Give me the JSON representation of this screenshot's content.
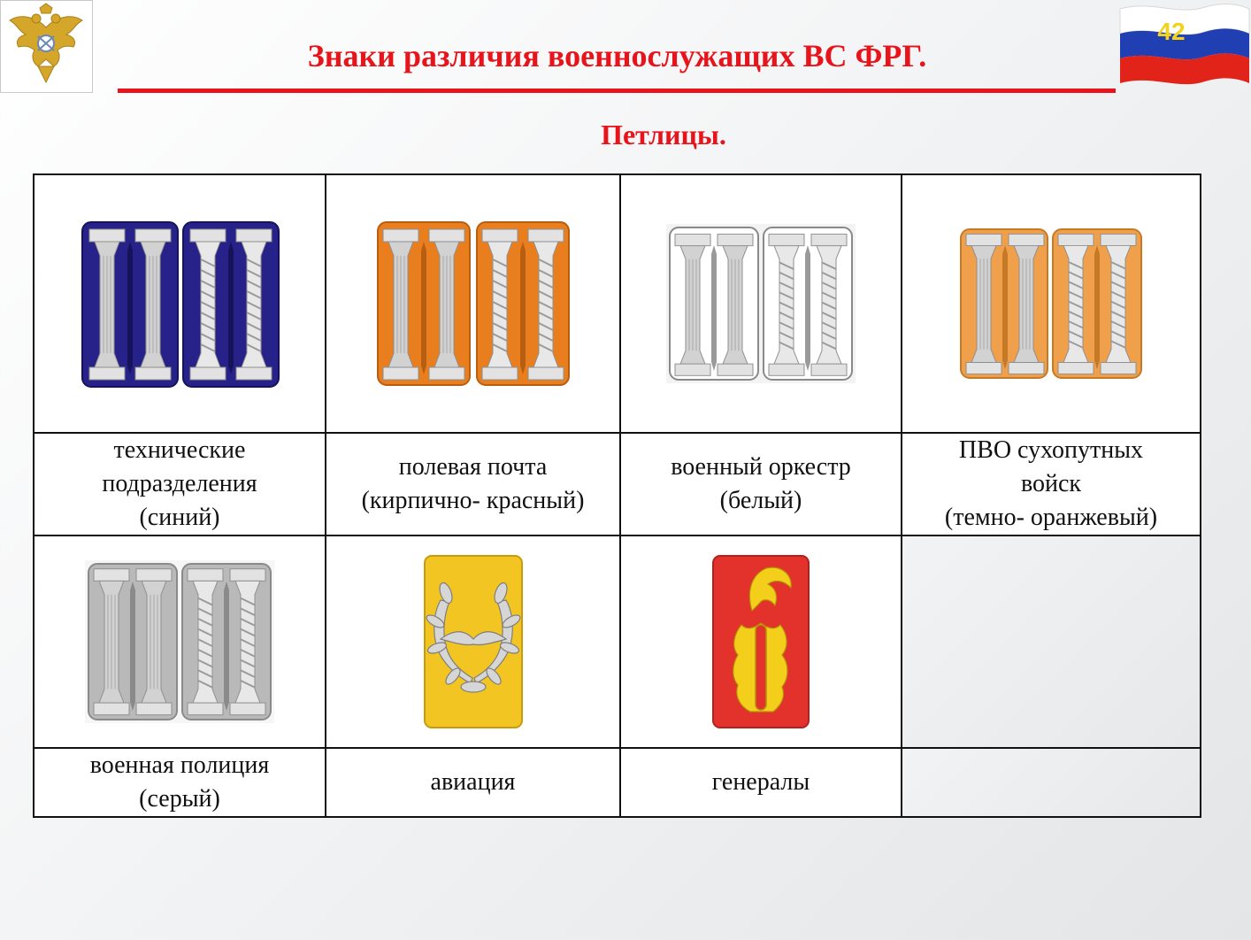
{
  "header": {
    "title": "Знаки различия военнослужащих ВС ФРГ.",
    "slide_number": "42",
    "emblem_icon": "double-headed-eagle-emblem-icon",
    "flag_icon": "russian-flag-icon"
  },
  "subtitle": "Петлицы.",
  "colors": {
    "title_red": "#e8141b",
    "blue": "#27228a",
    "brick_red": "#e97e1f",
    "white": "#ffffff",
    "dark_orange": "#f0a04a",
    "grey": "#b9b9b9",
    "yellow": "#f2c523",
    "red": "#e3312c",
    "embroidery": "#c9c9c9"
  },
  "insignia": [
    {
      "line1": "технические",
      "line2": "подразделения",
      "line3": "(синий)",
      "icon": "collar-tab-blue-icon"
    },
    {
      "line1": "полевая почта",
      "line2": "(кирпично- красный)",
      "icon": "collar-tab-brick-red-icon"
    },
    {
      "line1": "военный оркестр",
      "line2": "(белый)",
      "icon": "collar-tab-white-icon"
    },
    {
      "line1": "ПВО сухопутных",
      "line2": "войск",
      "line3": "(темно- оранжевый)",
      "icon": "collar-tab-dark-orange-icon"
    },
    {
      "line1": "военная полиция",
      "line2": "(серый)",
      "icon": "collar-tab-grey-icon"
    },
    {
      "line1": "авиация",
      "icon": "aviation-wreath-collar-tab-icon"
    },
    {
      "line1": "генералы",
      "icon": "generals-oakleaf-collar-tab-icon"
    }
  ]
}
